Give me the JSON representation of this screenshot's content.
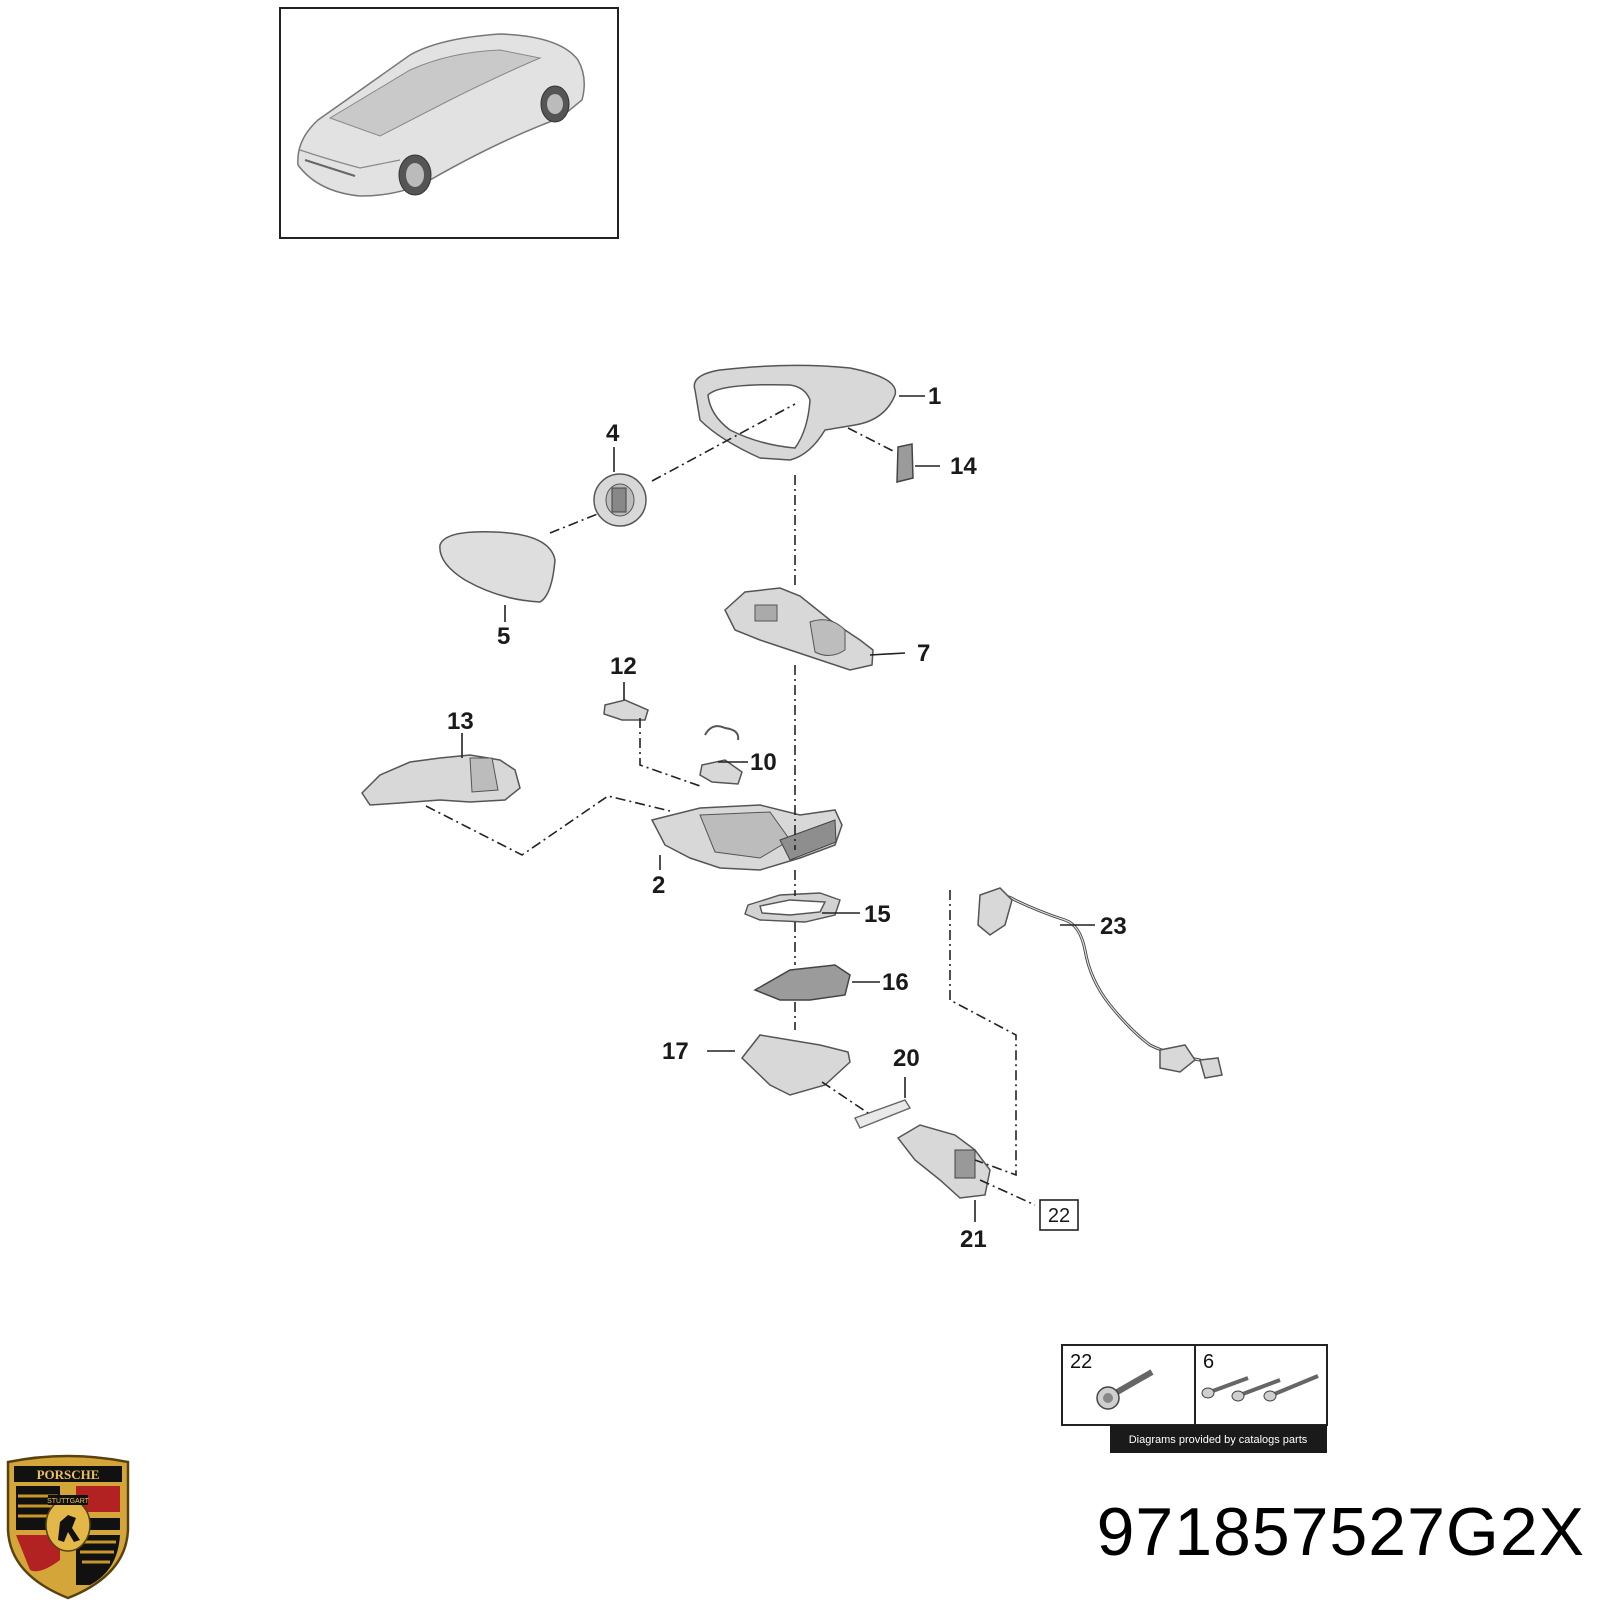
{
  "callouts": {
    "c1": "1",
    "c2": "2",
    "c4": "4",
    "c5": "5",
    "c7": "7",
    "c10": "10",
    "c12": "12",
    "c13": "13",
    "c14": "14",
    "c15": "15",
    "c16": "16",
    "c17": "17",
    "c20": "20",
    "c21": "21",
    "c22": "22",
    "c23": "23"
  },
  "legend": {
    "left_number": "22",
    "right_number": "6",
    "credit": "Diagrams provided by catalogs parts"
  },
  "part_number": "971857527G2X",
  "logo": {
    "brand": "PORSCHE",
    "city": "STUTTGART"
  }
}
